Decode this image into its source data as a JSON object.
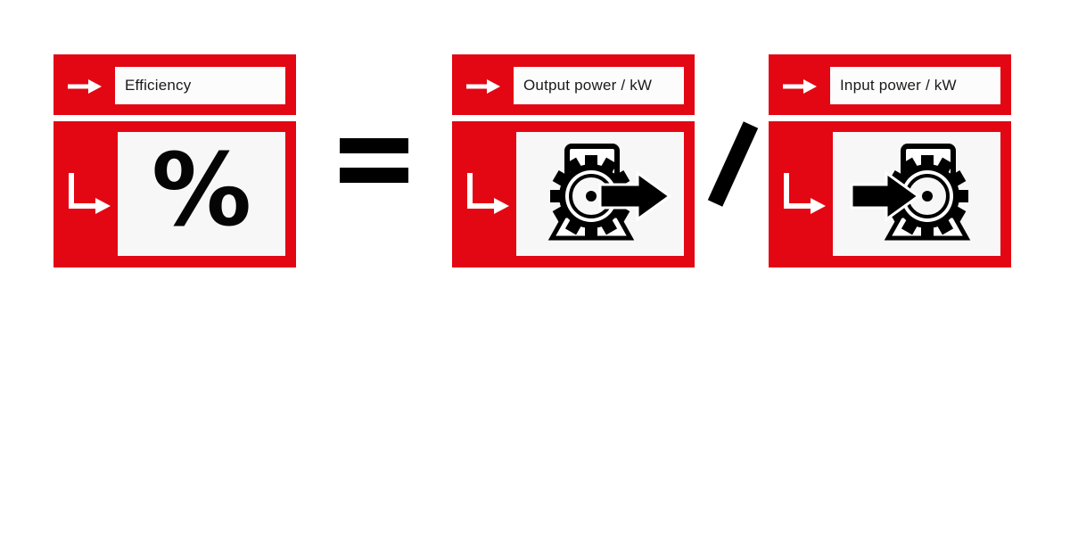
{
  "title": "Efficiency formula diagram",
  "colors": {
    "accent_red": "#E30613",
    "panel_background": "#F7F7F7",
    "symbol_black": "#000000",
    "arrow_white": "#FFFFFF"
  },
  "result_block": {
    "label": "Efficiency",
    "symbol": "%"
  },
  "numerator_block": {
    "label": "Output power / kW",
    "icon": "motor-output-power-icon"
  },
  "denominator_block": {
    "label": "Input power / kW",
    "icon": "motor-input-power-icon"
  },
  "operators": {
    "equals": "=",
    "divide": "/"
  }
}
